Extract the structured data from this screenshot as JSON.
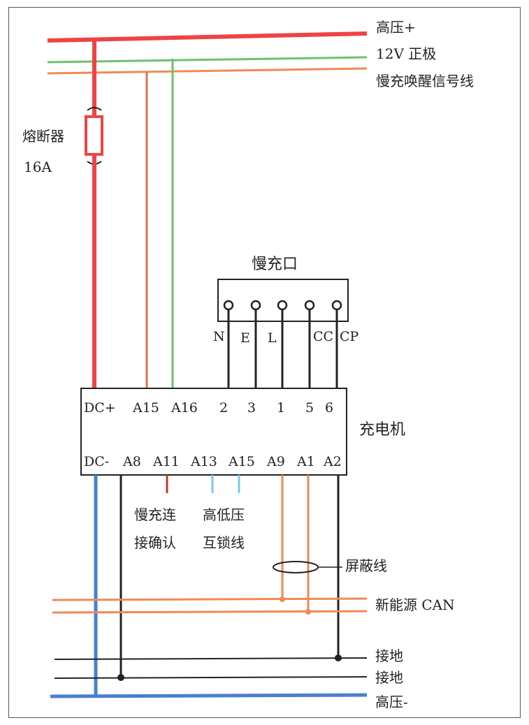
{
  "bus_lines": {
    "hv_plus": "高压+",
    "v12_pos": "12V 正极",
    "wake": "慢充唤醒信号线",
    "can": "新能源 CAN",
    "ground_1": "接地",
    "ground_2": "接地",
    "hv_minus": "高压-"
  },
  "fuse": {
    "name": "熔断器",
    "rating": "16A"
  },
  "port": {
    "title": "慢充口",
    "pins": [
      "N",
      "E",
      "L",
      "CC",
      "CP"
    ]
  },
  "charger": {
    "title": "充电机",
    "top_pins": [
      "DC+",
      "A15",
      "A16",
      "2",
      "3",
      "1",
      "5",
      "6"
    ],
    "bottom_pins": [
      "DC-",
      "A8",
      "A11",
      "A13",
      "A15",
      "A9",
      "A1",
      "A2"
    ]
  },
  "notes": {
    "slow_conn_1": "慢充连",
    "slow_conn_2": "接确认",
    "interlock_1": "高低压",
    "interlock_2": "互锁线",
    "shield": "屏蔽线"
  },
  "colors": {
    "hv_red": "#ee4444",
    "green": "#6cc16c",
    "orange": "#ee8a55",
    "blue": "#4a7fd0",
    "light_blue": "#7cc6ee",
    "dark_red": "#c0392b",
    "black": "#222222"
  }
}
